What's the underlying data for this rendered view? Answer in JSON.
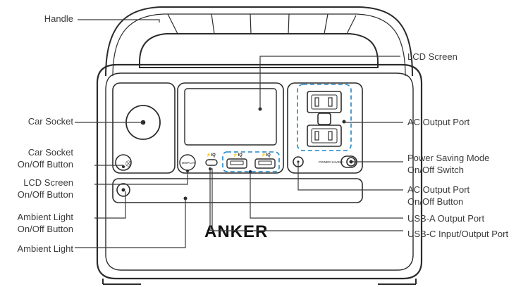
{
  "device": {
    "brand": "ANKER",
    "panel_text": {
      "display_button": "DISPLAY",
      "usbc_badge": "⚡IQ",
      "usba_badge_1": "⚡IQ",
      "usba_badge_2": "⚡IQ",
      "power_saving": "POWER SAVING"
    }
  },
  "callouts": {
    "handle": "Handle",
    "car_socket": "Car Socket",
    "car_socket_button": [
      "Car Socket",
      "On/Off Button"
    ],
    "lcd_screen_button": [
      "LCD Screen",
      "On/Off Button"
    ],
    "ambient_light_button": [
      "Ambient Light",
      "On/Off Button"
    ],
    "ambient_light": "Ambient Light",
    "lcd_screen": "LCD Screen",
    "ac_output_port": "AC Output Port",
    "power_saving_switch": [
      "Power Saving Mode",
      "On/Off Switch"
    ],
    "ac_output_button": [
      "AC Output Port",
      "On/Off Button"
    ],
    "usb_a_port": "USB-A Output Port",
    "usb_c_port": "USB-C Input/Output Port"
  },
  "colors": {
    "outline": "#2b2b2b",
    "leader": "#3a3a3a",
    "dashed_highlight": "#1f86c8",
    "label_text": "#3a3a3a"
  }
}
